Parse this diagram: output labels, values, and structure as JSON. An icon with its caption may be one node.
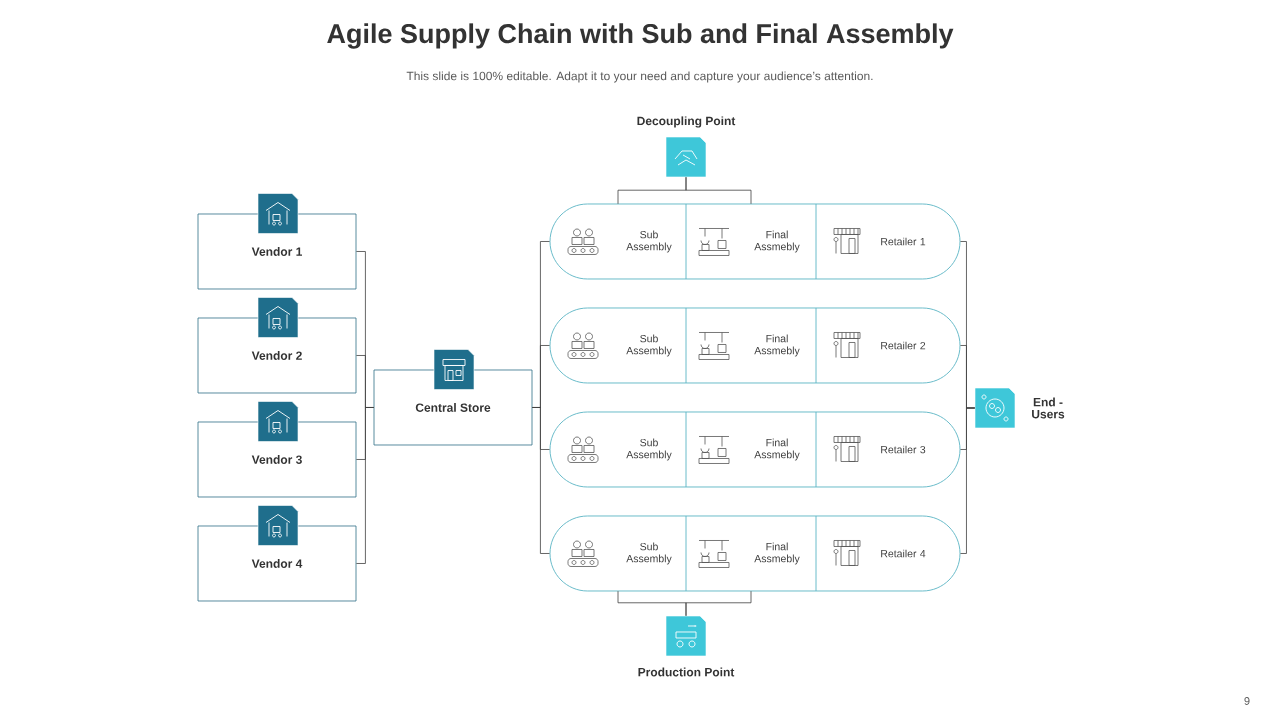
{
  "diagram": {
    "title": "Agile Supply Chain with Sub and Final Assembly",
    "nodes": [
      {
        "text": [
          "Vendor 1"
        ]
      },
      {
        "text": [
          "Vendor 2"
        ]
      },
      {
        "text": [
          "Vendor 3"
        ]
      },
      {
        "text": [
          "Vendor 4"
        ]
      },
      {
        "text": [
          "Central Store"
        ]
      },
      {
        "text": [
          "Decoupling Point"
        ]
      },
      {
        "text": [],
        "shape": "box"
      },
      {
        "text": [
          "Sub Assembly"
        ],
        "in": 6
      },
      {
        "text": [
          "Final Assmebly"
        ],
        "in": 6
      },
      {
        "text": [
          "Retailer 1"
        ],
        "in": 6
      },
      {
        "text": [],
        "shape": "box"
      },
      {
        "text": [
          "Sub Assembly"
        ],
        "in": 10
      },
      {
        "text": [
          "Final Assmebly"
        ],
        "in": 10
      },
      {
        "text": [
          "Retailer 2"
        ],
        "in": 10
      },
      {
        "text": [],
        "shape": "box"
      },
      {
        "text": [
          "Sub Assembly"
        ],
        "in": 14
      },
      {
        "text": [
          "Final Assmebly"
        ],
        "in": 14
      },
      {
        "text": [
          "Retailer 3"
        ],
        "in": 14
      },
      {
        "text": [],
        "shape": "box"
      },
      {
        "text": [
          "Sub Assembly"
        ],
        "in": 18
      },
      {
        "text": [
          "Final Assmebly"
        ],
        "in": 18
      },
      {
        "text": [
          "Retailer 4"
        ],
        "in": 18
      },
      {
        "text": [
          "End - Users"
        ]
      },
      {
        "text": [
          "Production Point"
        ]
      }
    ],
    "edges": [
      {
        "from": 0,
        "to": 4,
        "arrow": "none"
      },
      {
        "from": 1,
        "to": 4,
        "arrow": "none"
      },
      {
        "from": 2,
        "to": 4,
        "arrow": "none"
      },
      {
        "from": 3,
        "to": 4,
        "arrow": "none"
      },
      {
        "from": 4,
        "to": 6,
        "arrow": "none"
      },
      {
        "from": 4,
        "to": 10,
        "arrow": "none"
      },
      {
        "from": 4,
        "to": 14,
        "arrow": "none"
      },
      {
        "from": 4,
        "to": 18,
        "arrow": "none"
      },
      {
        "from": 5,
        "to": 7,
        "arrow": "none"
      },
      {
        "from": 5,
        "to": 8,
        "arrow": "none"
      },
      {
        "from": 6,
        "to": 22,
        "arrow": "none"
      },
      {
        "from": 10,
        "to": 22,
        "arrow": "none"
      },
      {
        "from": 14,
        "to": 22,
        "arrow": "none"
      },
      {
        "from": 18,
        "to": 22,
        "arrow": "none"
      },
      {
        "from": 23,
        "to": 19,
        "arrow": "none"
      },
      {
        "from": 23,
        "to": 20,
        "arrow": "none"
      }
    ],
    "labels": [
      "This slide is 100% editable. Adapt it to your need and capture your audience’s attention.",
      "9"
    ]
  }
}
